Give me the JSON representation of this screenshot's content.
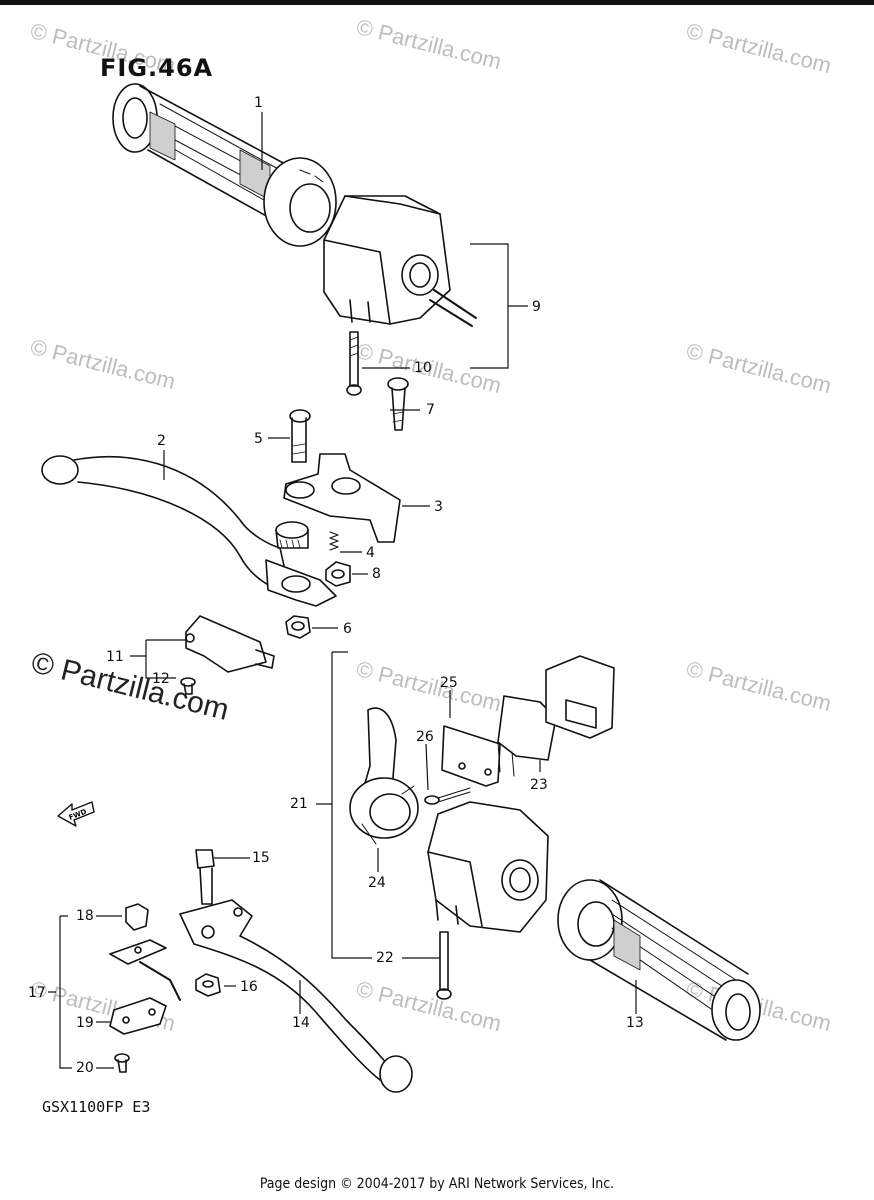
{
  "figure": {
    "title": "FIG.46A",
    "model_code": "GSX1100FP  E3"
  },
  "watermark": {
    "small_text": "© Partzilla.com",
    "main_text": "© Partzilla.com"
  },
  "forward_arrow": {
    "label": "FWD"
  },
  "callouts": [
    "1",
    "2",
    "3",
    "4",
    "5",
    "6",
    "7",
    "8",
    "9",
    "10",
    "11",
    "12",
    "13",
    "14",
    "15",
    "16",
    "17",
    "18",
    "19",
    "20",
    "21",
    "22",
    "23",
    "24",
    "25",
    "26"
  ],
  "footer": {
    "text": "Page design © 2004-2017 by ARI Network Services, Inc."
  }
}
